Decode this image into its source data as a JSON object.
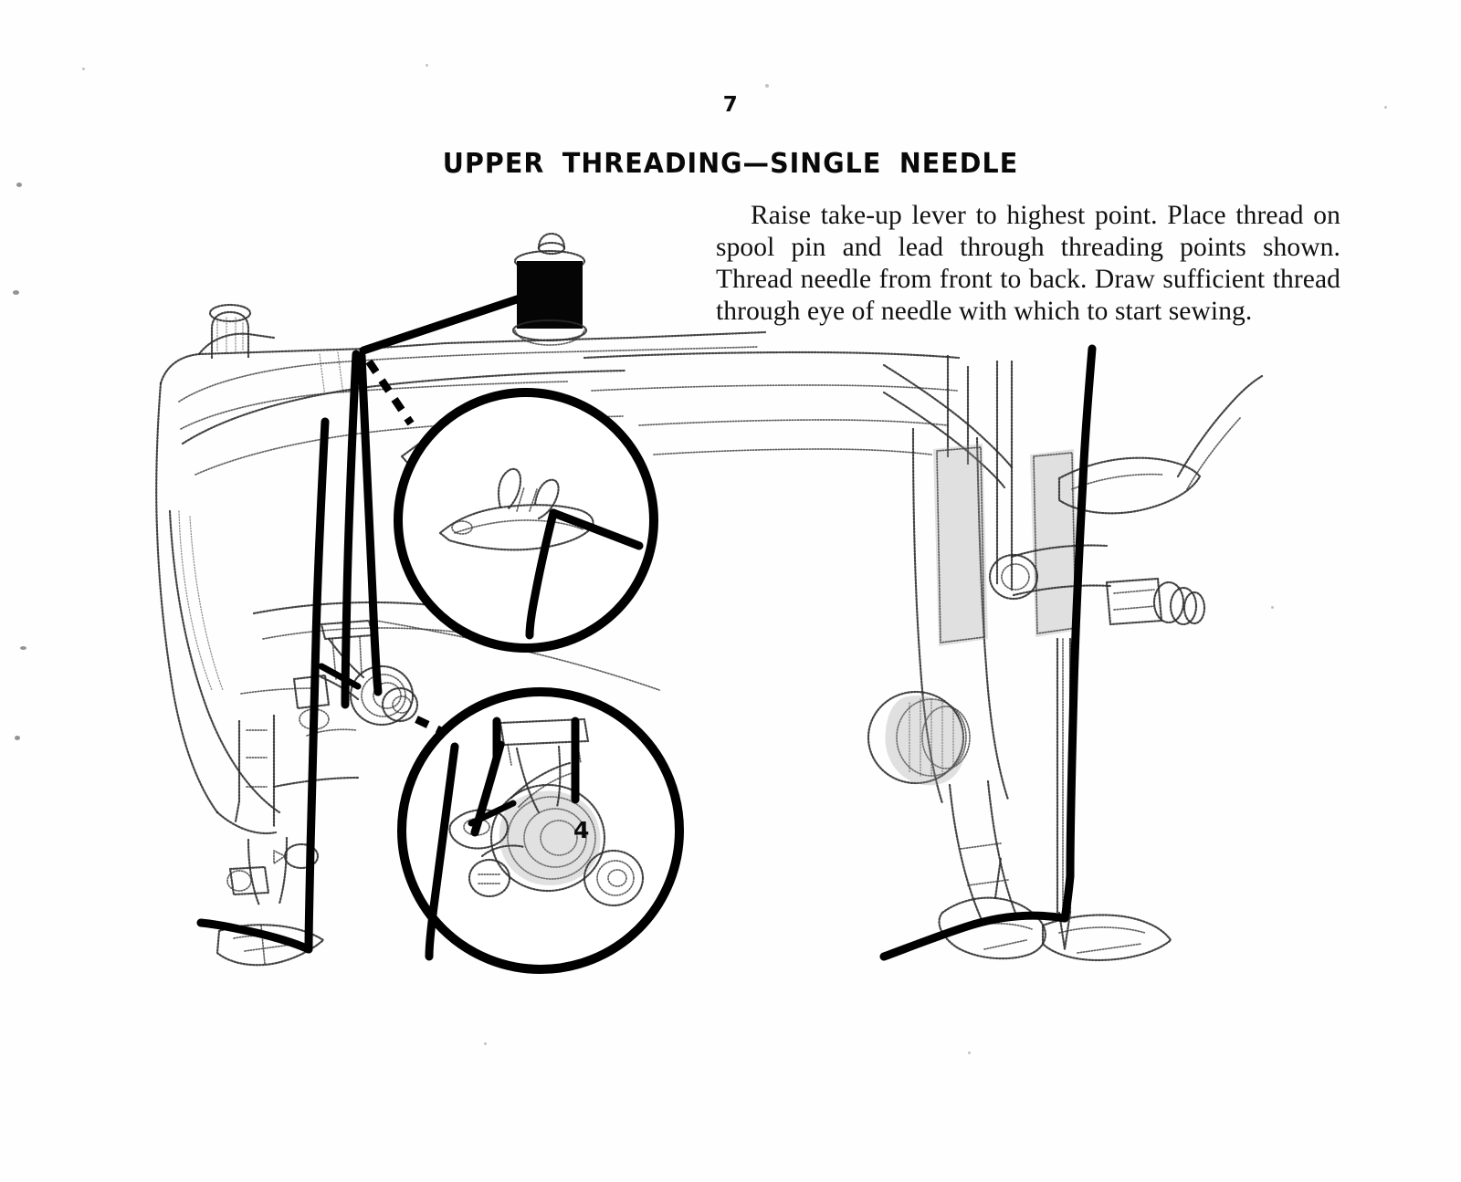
{
  "document": {
    "page_number": "7",
    "title": "UPPER THREADING—SINGLE NEEDLE",
    "body_text": "Raise take-up lever to highest point. Place thread on spool pin and lead through threading points shown. Thread needle from front to back. Draw sufficient thread through eye of needle with which to start sewing.",
    "background_color": "#fefefe",
    "ink_color": "#000000"
  },
  "figures": {
    "left_figure": {
      "name": "sewing-machine-head-threading-diagram",
      "description": "Three-quarter view of sewing machine head showing thread path from spool through guides, tension discs, take-up lever and down to the needle and presser foot",
      "spool": {
        "name": "thread-spool",
        "fill": "#050505"
      },
      "detail_callouts": [
        {
          "name": "upper-thread-guide-detail",
          "label": "",
          "description": "Magnified circle showing thread passing through the upper thread guide on the machine arm"
        },
        {
          "name": "tension-assembly-detail",
          "label": "4",
          "description": "Magnified circle showing thread passing through the tension discs and check spring assembly"
        }
      ]
    },
    "right_figure": {
      "name": "needle-bar-presser-foot-threading-diagram",
      "description": "Close-up of the needle bar, take-up lever, thread guides, presser foot and needle with thread drawn through the needle eye from front to back"
    }
  },
  "colors": {
    "ink": "#000000",
    "engraving_gray": "#3a3a3a",
    "paper": "#fefefe"
  }
}
